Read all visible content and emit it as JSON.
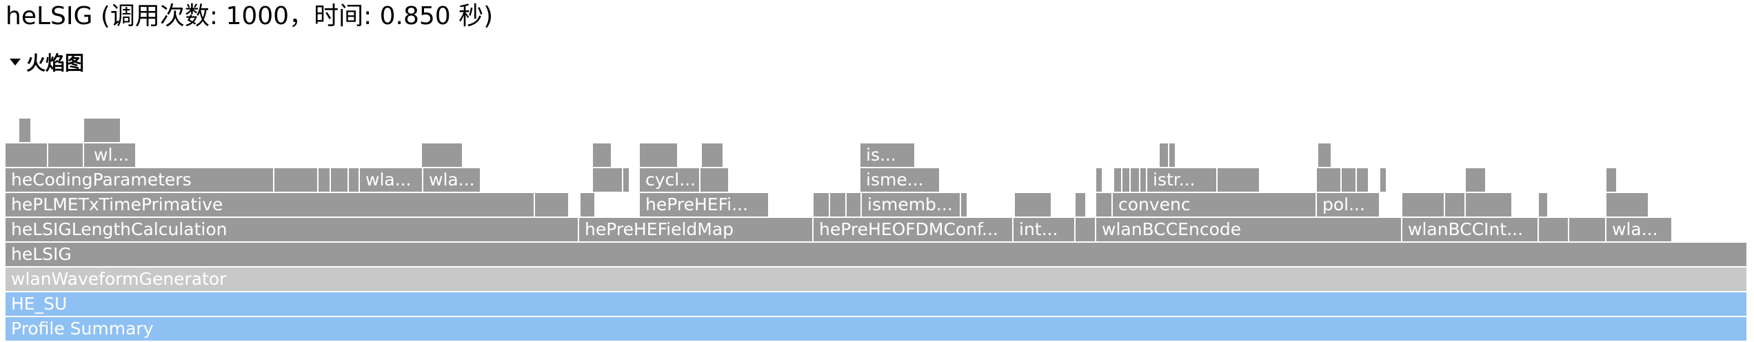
{
  "header": {
    "title": "heLSIG (调用次数: 1000，时间: 0.850 秒)"
  },
  "section": {
    "label": "火焰图",
    "expanded": true
  },
  "colors": {
    "frame": "#999999",
    "caller": "#c8c8c8",
    "root": "#8ec0f4",
    "separator": "#ffffff"
  },
  "flamegraph": {
    "rows": [
      [
        {
          "label": "Profile Summary",
          "span": [
            8,
            2535
          ],
          "style": "blue"
        }
      ],
      [
        {
          "label": "HE_SU",
          "span": [
            8,
            2535
          ],
          "style": "blue"
        }
      ],
      [
        {
          "label": "wlanWaveformGenerator",
          "span": [
            8,
            2535
          ],
          "style": "lightgray"
        }
      ],
      [
        {
          "label": "heLSIG",
          "span": [
            8,
            2535
          ],
          "style": "gray"
        }
      ],
      [
        {
          "label": "heLSIGLengthCalculation",
          "span": [
            8,
            840
          ]
        },
        {
          "label": "hePreHEFieldMap",
          "span": [
            840,
            1180
          ]
        },
        {
          "label": "hePreHEOFDMConf...",
          "span": [
            1180,
            1470
          ]
        },
        {
          "label": "int...",
          "span": [
            1470,
            1560
          ]
        },
        {
          "label": "",
          "span": [
            1560,
            1590
          ]
        },
        {
          "label": "wlanBCCEncode",
          "span": [
            1590,
            2034
          ]
        },
        {
          "label": "wlanBCCInt...",
          "span": [
            2034,
            2232
          ]
        },
        {
          "label": "",
          "span": [
            2232,
            2276
          ]
        },
        {
          "label": "",
          "span": [
            2276,
            2330
          ]
        },
        {
          "label": "wla...",
          "span": [
            2330,
            2426
          ]
        }
      ],
      [
        {
          "label": "hePLMETxTimePrimative",
          "span": [
            8,
            776
          ]
        },
        {
          "label": "",
          "span": [
            776,
            826
          ]
        },
        {
          "label": "",
          "span": [
            842,
            864
          ]
        },
        {
          "label": "hePreHEFi...",
          "span": [
            928,
            1116
          ]
        },
        {
          "label": "",
          "span": [
            1180,
            1204
          ]
        },
        {
          "label": "",
          "span": [
            1204,
            1228
          ]
        },
        {
          "label": "",
          "span": [
            1228,
            1250
          ]
        },
        {
          "label": "ismemb...",
          "span": [
            1250,
            1394
          ]
        },
        {
          "label": "",
          "span": [
            1394,
            1398
          ]
        },
        {
          "label": "",
          "span": [
            1472,
            1526
          ]
        },
        {
          "label": "",
          "span": [
            1560,
            1566
          ]
        },
        {
          "label": "",
          "span": [
            1566,
            1574
          ]
        },
        {
          "label": "",
          "span": [
            1590,
            1614
          ]
        },
        {
          "label": "convenc",
          "span": [
            1614,
            1910
          ]
        },
        {
          "label": "pol...",
          "span": [
            1910,
            2002
          ]
        },
        {
          "label": "",
          "span": [
            2034,
            2096
          ]
        },
        {
          "label": "",
          "span": [
            2096,
            2126
          ]
        },
        {
          "label": "",
          "span": [
            2126,
            2194
          ]
        },
        {
          "label": "",
          "span": [
            2232,
            2246
          ]
        },
        {
          "label": "",
          "span": [
            2330,
            2392
          ]
        }
      ],
      [
        {
          "label": "heCodingParameters",
          "span": [
            8,
            398
          ]
        },
        {
          "label": "",
          "span": [
            398,
            402
          ]
        },
        {
          "label": "",
          "span": [
            402,
            462
          ]
        },
        {
          "label": "",
          "span": [
            462,
            480
          ]
        },
        {
          "label": "",
          "span": [
            480,
            506
          ]
        },
        {
          "label": "",
          "span": [
            506,
            522
          ]
        },
        {
          "label": "wla...",
          "span": [
            522,
            614
          ]
        },
        {
          "label": "wla...",
          "span": [
            614,
            698
          ]
        },
        {
          "label": "",
          "span": [
            860,
            904
          ]
        },
        {
          "label": "",
          "span": [
            904,
            912
          ]
        },
        {
          "label": "cycl...",
          "span": [
            928,
            1016
          ]
        },
        {
          "label": "",
          "span": [
            1016,
            1058
          ]
        },
        {
          "label": "isme...",
          "span": [
            1248,
            1364
          ]
        },
        {
          "label": "",
          "span": [
            1590,
            1600
          ]
        },
        {
          "label": "",
          "span": [
            1616,
            1628
          ]
        },
        {
          "label": "",
          "span": [
            1628,
            1640
          ]
        },
        {
          "label": "",
          "span": [
            1640,
            1654
          ]
        },
        {
          "label": "",
          "span": [
            1654,
            1664
          ]
        },
        {
          "label": "istr...",
          "span": [
            1664,
            1766
          ]
        },
        {
          "label": "",
          "span": [
            1766,
            1828
          ]
        },
        {
          "label": "",
          "span": [
            1910,
            1946
          ]
        },
        {
          "label": "",
          "span": [
            1946,
            1968
          ]
        },
        {
          "label": "",
          "span": [
            1968,
            1986
          ]
        },
        {
          "label": "",
          "span": [
            2002,
            2010
          ]
        },
        {
          "label": "",
          "span": [
            2126,
            2156
          ]
        },
        {
          "label": "",
          "span": [
            2330,
            2336
          ]
        },
        {
          "label": "",
          "span": [
            2336,
            2344
          ]
        }
      ],
      [
        {
          "label": "",
          "span": [
            8,
            16
          ]
        },
        {
          "label": "",
          "span": [
            16,
            24
          ]
        },
        {
          "label": "",
          "span": [
            24,
            70
          ]
        },
        {
          "label": "",
          "span": [
            70,
            122
          ]
        },
        {
          "label": "",
          "span": [
            122,
            128
          ]
        },
        {
          "label": "wl...",
          "span": [
            128,
            198
          ]
        },
        {
          "label": "",
          "span": [
            612,
            620
          ]
        },
        {
          "label": "",
          "span": [
            620,
            672
          ]
        },
        {
          "label": "",
          "span": [
            860,
            888
          ]
        },
        {
          "label": "",
          "span": [
            928,
            984
          ]
        },
        {
          "label": "",
          "span": [
            1018,
            1050
          ]
        },
        {
          "label": "is...",
          "span": [
            1248,
            1328
          ]
        },
        {
          "label": "",
          "span": [
            1682,
            1696
          ]
        },
        {
          "label": "",
          "span": [
            1696,
            1704
          ]
        },
        {
          "label": "",
          "span": [
            1912,
            1932
          ]
        }
      ],
      [
        {
          "label": "",
          "span": [
            28,
            46
          ]
        },
        {
          "label": "",
          "span": [
            122,
            128
          ]
        },
        {
          "label": "",
          "span": [
            128,
            176
          ]
        }
      ]
    ]
  }
}
